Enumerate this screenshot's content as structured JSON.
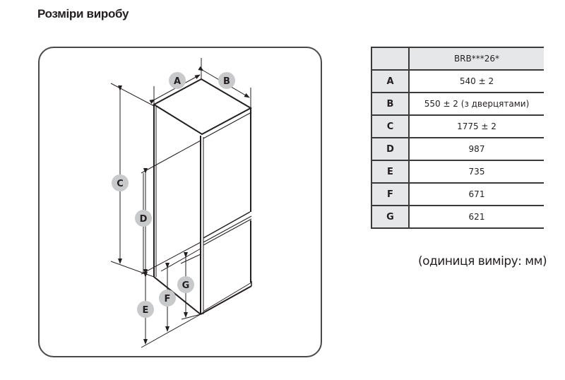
{
  "title": "Розміри виробу",
  "diagram": {
    "labels": [
      "A",
      "B",
      "C",
      "D",
      "E",
      "F",
      "G"
    ],
    "label_fill": "#c8c9cb"
  },
  "table": {
    "header": {
      "key": "",
      "value": "BRB***26*"
    },
    "rows": [
      {
        "key": "A",
        "value": "540 ± 2"
      },
      {
        "key": "B",
        "value": "550 ± 2 (з дверцятами)"
      },
      {
        "key": "C",
        "value": "1775 ± 2"
      },
      {
        "key": "D",
        "value": "987"
      },
      {
        "key": "E",
        "value": "735"
      },
      {
        "key": "F",
        "value": "671"
      },
      {
        "key": "G",
        "value": "621"
      }
    ]
  },
  "unit_note": "(одиниця виміру: мм)"
}
